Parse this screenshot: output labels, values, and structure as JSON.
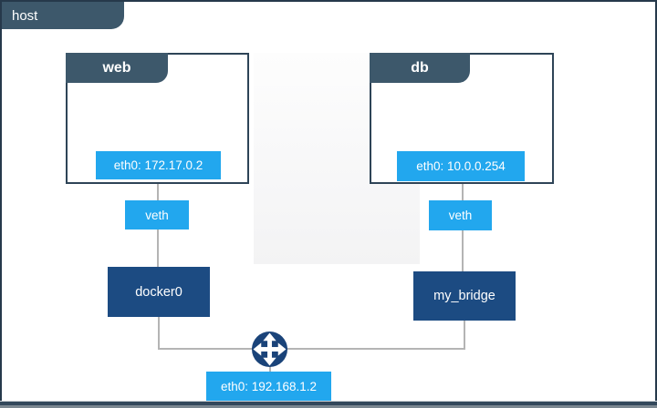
{
  "diagram": {
    "host": {
      "label": "host",
      "interface_label": "eth0: 192.168.1.2"
    },
    "containers": [
      {
        "name": "web",
        "interface_label": "eth0: 172.17.0.2",
        "veth_label": "veth",
        "bridge_label": "docker0"
      },
      {
        "name": "db",
        "interface_label": "eth0: 10.0.0.254",
        "veth_label": "veth",
        "bridge_label": "my_bridge"
      }
    ],
    "icons": {
      "router": "router-arrows-icon"
    },
    "colors": {
      "tab_slate": "#3d586b",
      "container_border": "#2e4457",
      "interface_blue": "#22a7ee",
      "bridge_navy": "#1c4b82",
      "router_navy": "#1a4379",
      "connector_gray": "#b4b4b4",
      "frame_border": "#26394b"
    }
  }
}
